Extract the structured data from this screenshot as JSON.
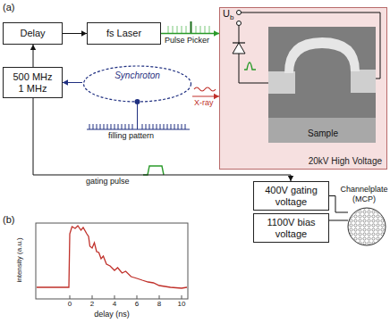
{
  "diagram": {
    "nodes": [
      {
        "text": [
          "Delay"
        ]
      },
      {
        "text": [
          "fs Laser"
        ]
      },
      {
        "text": [
          "20kV High Voltage"
        ]
      },
      {
        "text": [
          "Sample"
        ],
        "in": 2
      },
      {
        "text": [
          "500 MHz 1 MHz"
        ]
      },
      {
        "text": [
          "Synchroton"
        ]
      },
      {
        "text": [
          "400V gating voltage"
        ]
      },
      {
        "text": [
          "1100V bias voltage"
        ]
      },
      {
        "text": [
          "Channelplate (MCP)"
        ]
      }
    ],
    "edges": [
      {
        "from": 0,
        "to": 1,
        "arrow": "to"
      },
      {
        "from": 1,
        "to": 2,
        "label": "Pulse Picker",
        "arrow": "to"
      },
      {
        "from": 4,
        "to": 0,
        "arrow": "to"
      },
      {
        "from": 5,
        "to": 4,
        "arrow": "to"
      },
      {
        "from": 5,
        "to": 2,
        "arrow": "to"
      },
      {
        "from": 4,
        "to": 6,
        "label": "gating pulse",
        "arrow": "to"
      },
      {
        "from": 6,
        "to": 8,
        "arrow": "none"
      },
      {
        "from": 7,
        "to": 8,
        "arrow": "none"
      }
    ],
    "labels": [
      "(a)",
      "U",
      "b",
      "X-ray",
      "filling pattern",
      "(b)",
      "intensity (a.u.)",
      "0",
      "2",
      "4",
      "6",
      "8",
      "10",
      "delay (ns)"
    ]
  }
}
